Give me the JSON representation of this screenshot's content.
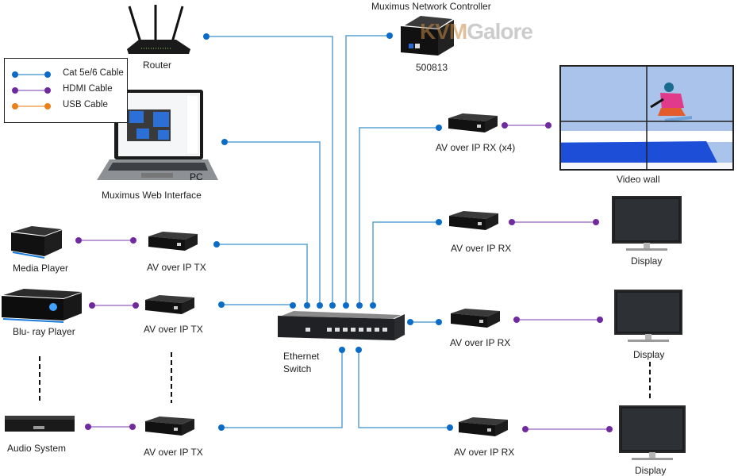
{
  "legend": {
    "items": [
      {
        "label": "Cat 5e/6 Cable",
        "color": "#1472c4"
      },
      {
        "label": "HDMI Cable",
        "color": "#7b3aa8"
      },
      {
        "label": "USB Cable",
        "color": "#e9801c"
      }
    ]
  },
  "colors": {
    "cat_cable": "#5aa2d4",
    "cat_dot": "#0b6cc7",
    "hdmi_cable": "#a67bcb",
    "hdmi_dot": "#6f2aa0",
    "dashed": "#111111"
  },
  "devices": {
    "router": "Router",
    "controller_title": "Muximus Network Controller",
    "controller_model": "500813",
    "pc_badge": "PC",
    "pc_label": "Muximus Web Interface",
    "media_player": "Media Player",
    "bluray_player": "Blu- ray Player",
    "audio_system": "Audio System",
    "tx1": "AV over IP TX",
    "tx2": "AV over IP TX",
    "tx3": "AV over IP TX",
    "switch_line1": "Ethernet",
    "switch_line2": "Switch",
    "rx_wall": "AV over IP RX (x4)",
    "video_wall": "Video wall",
    "rx1": "AV over IP RX",
    "rx2": "AV over IP RX",
    "rx3": "AV over IP RX",
    "display1": "Display",
    "display2": "Display",
    "display3": "Display"
  },
  "watermark": {
    "part1": "KVM",
    "part2": "Galore"
  }
}
